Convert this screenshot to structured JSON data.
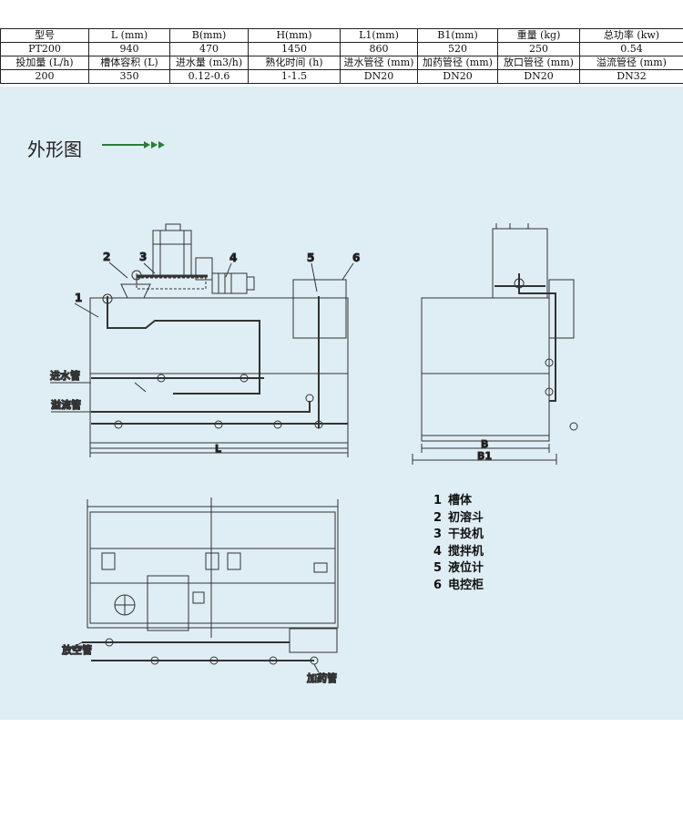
{
  "table": {
    "row1": [
      "型号",
      "L  (mm)",
      "B(mm)",
      "H(mm)",
      "L1(mm)",
      "B1(mm)",
      "重量 (kg)",
      "总功率 (kw)"
    ],
    "row2": [
      "PT200",
      "940",
      "470",
      "1450",
      "860",
      "520",
      "250",
      "0.54"
    ],
    "row3": [
      "投加量 (L/h)",
      "槽体容积 (L)",
      "进水量 (m3/h)",
      "熟化时间 (h)",
      "进水管径 (mm)",
      "加药管径 (mm)",
      "放口管径 (mm)",
      "溢流管径 (mm)"
    ],
    "row4": [
      "200",
      "350",
      "0.12-0.6",
      "1-1.5",
      "DN20",
      "DN20",
      "DN20",
      "DN32"
    ]
  },
  "section_title": "外形图",
  "drawing_labels": {
    "n1": "1",
    "n2": "2",
    "n3": "3",
    "n4": "4",
    "n5": "5",
    "n6": "6",
    "inlet": "进水管",
    "overflow": "溢流管",
    "dim_L": "L",
    "dim_B": "B",
    "dim_B1": "B1",
    "drain": "放空管",
    "dosing": "加药管"
  },
  "legend": [
    {
      "num": "1",
      "label": "槽体"
    },
    {
      "num": "2",
      "label": "初溶斗"
    },
    {
      "num": "3",
      "label": "干投机"
    },
    {
      "num": "4",
      "label": "搅拌机"
    },
    {
      "num": "5",
      "label": "液位计"
    },
    {
      "num": "6",
      "label": "电控柜"
    }
  ],
  "colors": {
    "panel": "#dfeef5",
    "line": "#333333"
  }
}
